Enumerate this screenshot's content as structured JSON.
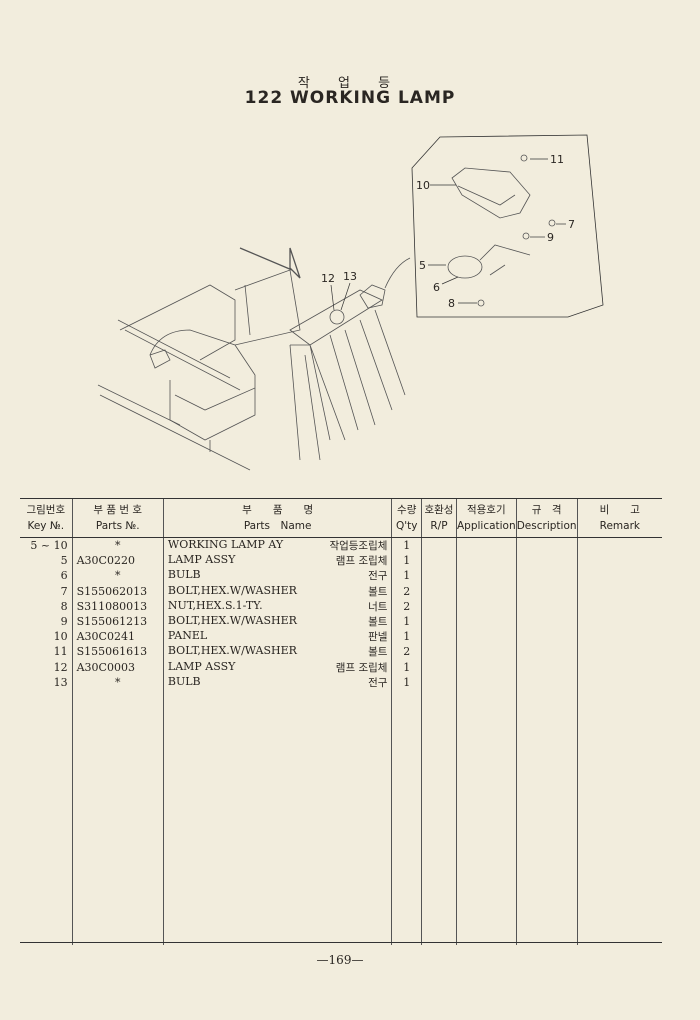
{
  "title_ko": "작 업 등",
  "title_en": "122 WORKING LAMP",
  "callouts": [
    "11",
    "10",
    "7",
    "9",
    "5",
    "6",
    "8",
    "12",
    "13"
  ],
  "table": {
    "headers": [
      {
        "ko": "그림번호",
        "en": "Key №."
      },
      {
        "ko": "부 품 번 호",
        "en": "Parts №."
      },
      {
        "ko": "부　　품　　명",
        "en": "Parts　Name"
      },
      {
        "ko": "수량",
        "en": "Q'ty"
      },
      {
        "ko": "호환성",
        "en": "R/P"
      },
      {
        "ko": "적용호기",
        "en": "Application"
      },
      {
        "ko": "규　격",
        "en": "Description"
      },
      {
        "ko": "비　　고",
        "en": "Remark"
      }
    ],
    "rows": [
      {
        "key": "5 ~ 10",
        "part_no": "*",
        "name": "WORKING LAMP AY",
        "name_ko": "작업등조립체",
        "qty": "1"
      },
      {
        "key": "5",
        "part_no": "A30C0220",
        "name": "LAMP ASSY",
        "name_ko": "램프 조립체",
        "qty": "1"
      },
      {
        "key": "6",
        "part_no": "*",
        "name": "BULB",
        "name_ko": "전구",
        "qty": "1"
      },
      {
        "key": "7",
        "part_no": "S155062013",
        "name": "BOLT,HEX.W/WASHER",
        "name_ko": "볼트",
        "qty": "2"
      },
      {
        "key": "8",
        "part_no": "S311080013",
        "name": "NUT,HEX.S.1-TY.",
        "name_ko": "너트",
        "qty": "2"
      },
      {
        "key": "9",
        "part_no": "S155061213",
        "name": "BOLT,HEX.W/WASHER",
        "name_ko": "볼트",
        "qty": "1"
      },
      {
        "key": "10",
        "part_no": "A30C0241",
        "name": "PANEL",
        "name_ko": "판넬",
        "qty": "1"
      },
      {
        "key": "11",
        "part_no": "S155061613",
        "name": "BOLT,HEX.W/WASHER",
        "name_ko": "볼트",
        "qty": "2"
      },
      {
        "key": "12",
        "part_no": "A30C0003",
        "name": "LAMP ASSY",
        "name_ko": "램프 조립체",
        "qty": "1"
      },
      {
        "key": "13",
        "part_no": "*",
        "name": "BULB",
        "name_ko": "전구",
        "qty": "1"
      }
    ]
  },
  "page_number": "—169—"
}
